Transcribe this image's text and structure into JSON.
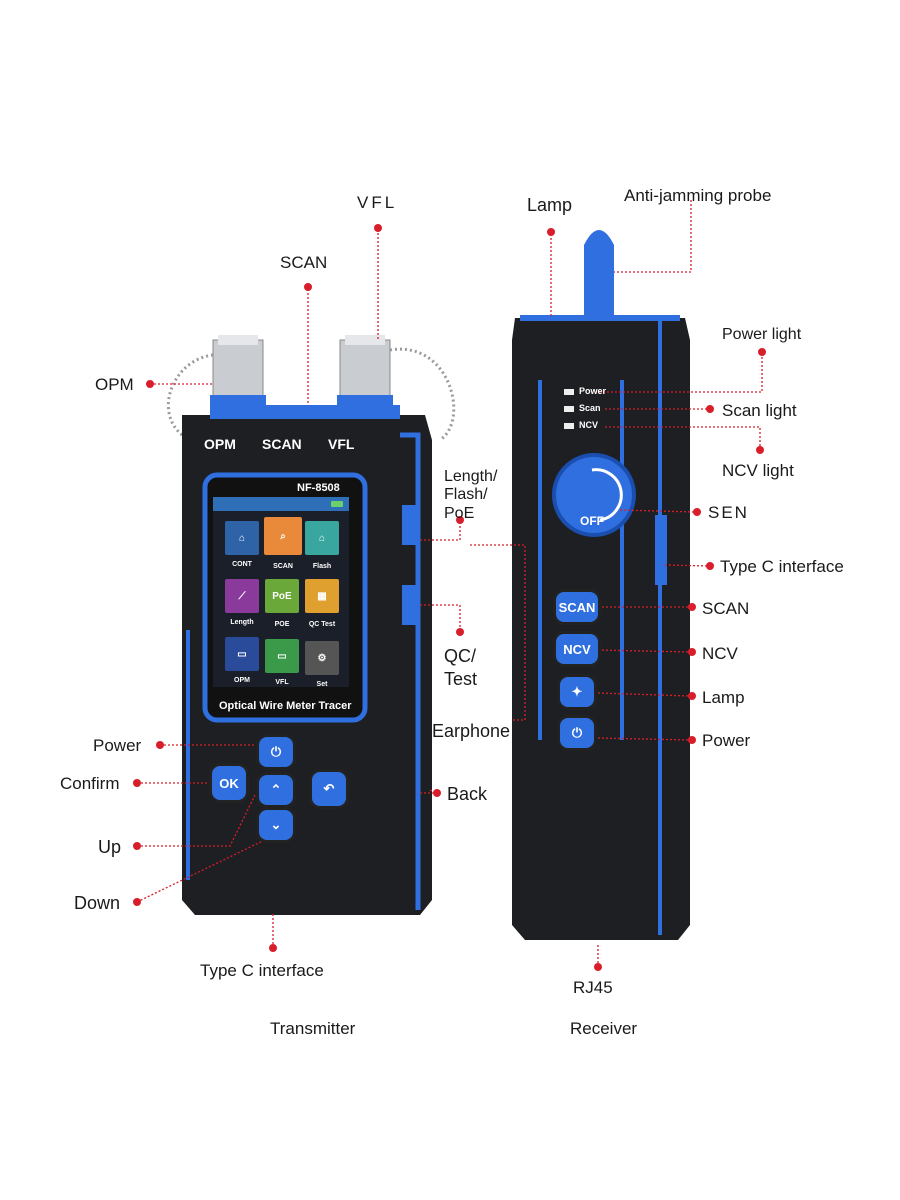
{
  "transmitter": {
    "caption": "Transmitter",
    "model": "NF-8508",
    "port_labels": [
      "OPM",
      "SCAN",
      "VFL"
    ],
    "screen_title": "Optical Wire Meter Tracer",
    "screen_tiles": [
      {
        "label": "CONT",
        "color": "#2f63a8"
      },
      {
        "label": "SCAN",
        "color": "#e88a3a"
      },
      {
        "label": "Flash",
        "color": "#3aa6a0"
      },
      {
        "label": "Length",
        "color": "#8a3a9a"
      },
      {
        "label": "POE",
        "color": "#6aa83a",
        "icon_text": "PoE"
      },
      {
        "label": "QC Test",
        "color": "#e0a030"
      },
      {
        "label": "OPM",
        "color": "#2a4a9a"
      },
      {
        "label": "VFL",
        "color": "#3a9a4a"
      },
      {
        "label": "Set",
        "color": "#555555"
      }
    ],
    "ok_label": "OK",
    "callouts": {
      "vfl": "VFL",
      "scan": "SCAN",
      "opm": "OPM",
      "length_flash_poe": "Length/\nFlash/\nPoE",
      "qc_test": "QC/\nTest",
      "earphone": "Earphone",
      "power": "Power",
      "confirm": "Confirm",
      "back": "Back",
      "up": "Up",
      "down": "Down",
      "type_c": "Type C interface"
    }
  },
  "receiver": {
    "caption": "Receiver",
    "leds": [
      "Power",
      "Scan",
      "NCV"
    ],
    "knob_label": "OFF",
    "buttons": [
      "SCAN",
      "NCV"
    ],
    "callouts": {
      "lamp_top": "Lamp",
      "probe": "Anti-jamming probe",
      "power_light": "Power light",
      "scan_light": "Scan light",
      "ncv_light": "NCV light",
      "sen": "SEN",
      "type_c": "Type C interface",
      "scan": "SCAN",
      "ncv": "NCV",
      "lamp": "Lamp",
      "power": "Power",
      "rj45": "RJ45"
    }
  },
  "colors": {
    "accent_blue": "#2f6fe0",
    "body": "#1e1f22",
    "leader": "#d81e2a"
  }
}
